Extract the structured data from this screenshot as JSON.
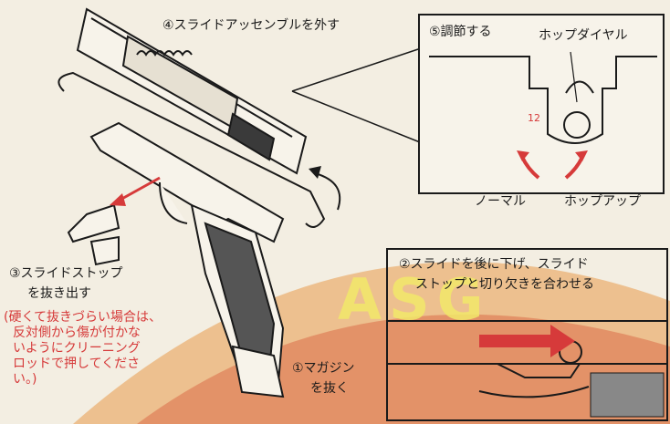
{
  "steps": {
    "step1": {
      "line1": "①マガジン",
      "line2": "を抜く"
    },
    "step2": {
      "line1": "②スライドを後に下げ、スライド",
      "line2": "ストップと切り欠きを合わせる"
    },
    "step3": {
      "line1": "③スライドストップ",
      "line2": "を抜き出す"
    },
    "step4": {
      "text": "④スライドアッセンブルを外す"
    },
    "step5": {
      "text": "⑤調節する"
    }
  },
  "hop_inset": {
    "dial_label": "ホップダイヤル",
    "normal_label": "ノーマル",
    "hopup_label": "ホップアップ",
    "dial_marks": "12"
  },
  "note": {
    "lines": [
      "(硬くて抜きづらい場合は、",
      "反対側から傷が付かな",
      "いようにクリーニング",
      "ロッドで押してくださ",
      "い。)"
    ]
  },
  "watermark": {
    "text": "ASG"
  },
  "colors": {
    "line": "#1a1a1a",
    "accent_red": "#d63a3a",
    "warn_orange": "#e8862a",
    "paper": "#f3eee2",
    "watermark_yellow": "#f2e86a"
  }
}
